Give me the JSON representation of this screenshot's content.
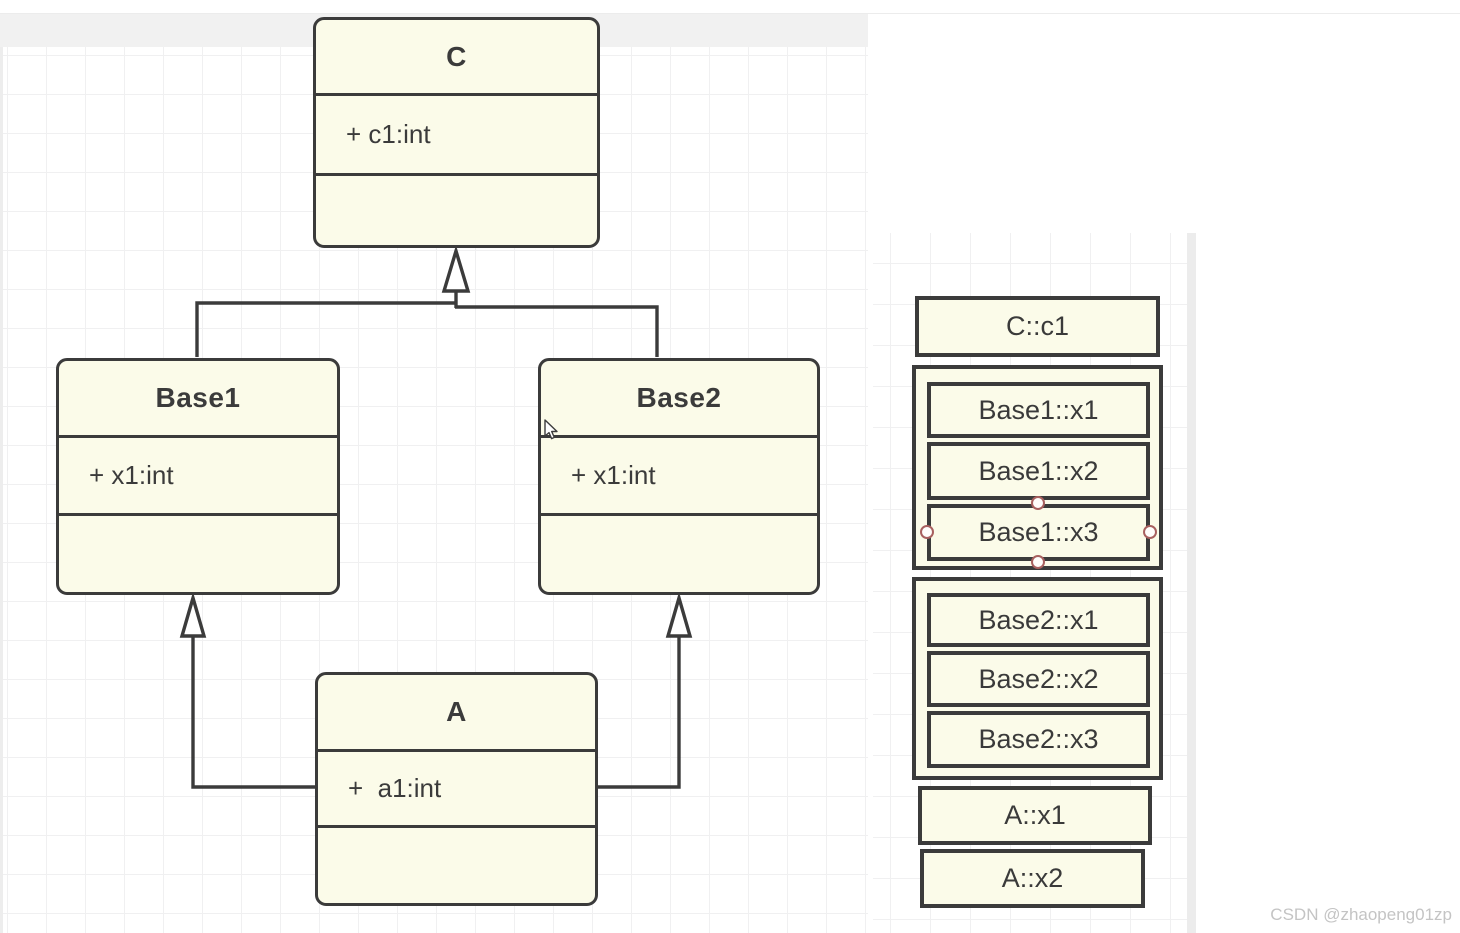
{
  "colors": {
    "box_fill": "#fbfbe9",
    "box_border": "#3b3b3b",
    "text": "#3b3b3b",
    "grid_line": "#f0f0f1",
    "toolbar_strip": "#f1f1f1",
    "scrollbar_track": "#ececec",
    "selection_handle_stroke": "#a8605f",
    "watermark_text": "#c4c4c4"
  },
  "uml": {
    "classes": {
      "c": {
        "name": "C",
        "attribute": "+ c1:int"
      },
      "base1": {
        "name": "Base1",
        "attribute": "+ x1:int"
      },
      "base2": {
        "name": "Base2",
        "attribute": "+ x1:int"
      },
      "a": {
        "name": "A",
        "attribute": "+  a1:int"
      }
    },
    "relations": [
      "Base1 inherits C",
      "Base2 inherits C",
      "A inherits Base1",
      "A inherits Base2"
    ]
  },
  "memory": {
    "c_row": "C::c1",
    "base1_rows": [
      "Base1::x1",
      "Base1::x2",
      "Base1::x3"
    ],
    "base2_rows": [
      "Base2::x1",
      "Base2::x2",
      "Base2::x3"
    ],
    "a_rows": [
      "A::x1",
      "A::x2"
    ],
    "selected_row": "Base1::x3"
  },
  "watermark": "CSDN @zhaopeng01zp"
}
